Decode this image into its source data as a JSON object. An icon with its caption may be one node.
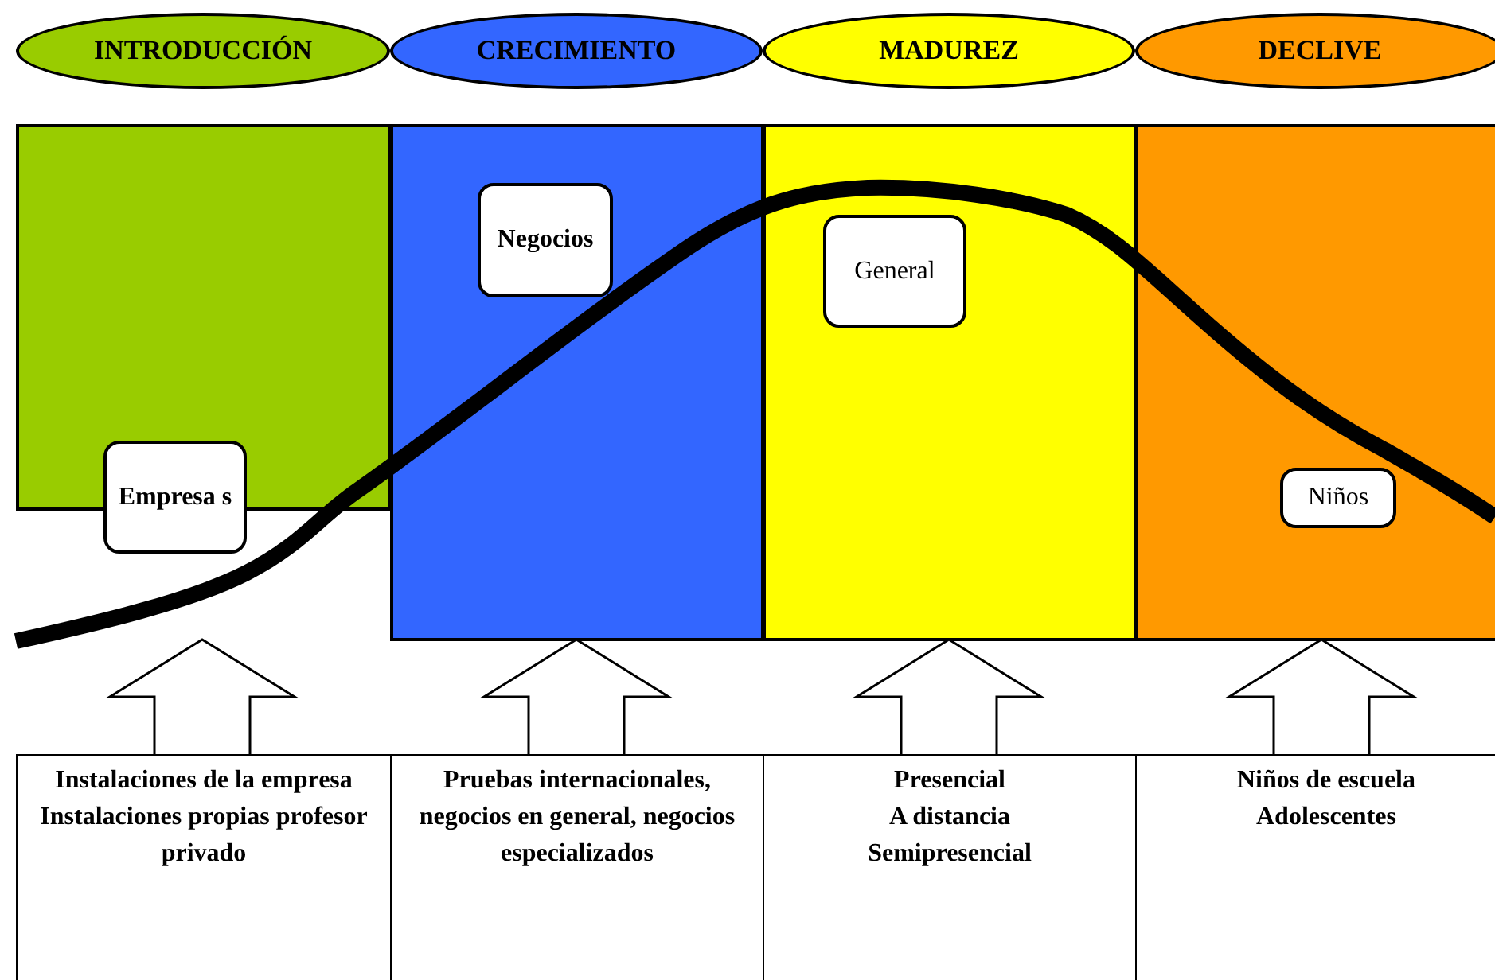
{
  "diagram": {
    "nodes": [
      {
        "text": [
          "INTRODUCCIÓN"
        ]
      },
      {
        "text": [
          "CRECIMIENTO"
        ]
      },
      {
        "text": [
          "MADUREZ"
        ]
      },
      {
        "text": [
          "DECLIVE"
        ]
      },
      {
        "text": [],
        "shape": "box"
      },
      {
        "text": [
          "Empresa s"
        ]
      },
      {
        "text": [],
        "shape": "box"
      },
      {
        "text": [
          "Negocios"
        ],
        "in": 6
      },
      {
        "text": [],
        "shape": "box"
      },
      {
        "text": [
          "General"
        ],
        "in": 8
      },
      {
        "text": [],
        "shape": "box"
      },
      {
        "text": [
          "Niños"
        ],
        "in": 10
      },
      {
        "text": [
          "Instalaciones de la empresa Instalaciones propias profesor privado"
        ]
      },
      {
        "text": [
          "Pruebas internacionales, negocios en general, negocios especializados"
        ]
      },
      {
        "text": [
          "Presencial",
          "A distancia",
          "Semipresencial"
        ]
      },
      {
        "text": [
          "Niños de escuela",
          "Adolescentes"
        ]
      }
    ],
    "edges": [
      {
        "from": 12,
        "to": 4,
        "arrow": "to"
      },
      {
        "from": 13,
        "to": 6,
        "arrow": "to"
      },
      {
        "from": 14,
        "to": 8,
        "arrow": "to"
      },
      {
        "from": 15,
        "to": 10,
        "arrow": "to"
      }
    ]
  }
}
